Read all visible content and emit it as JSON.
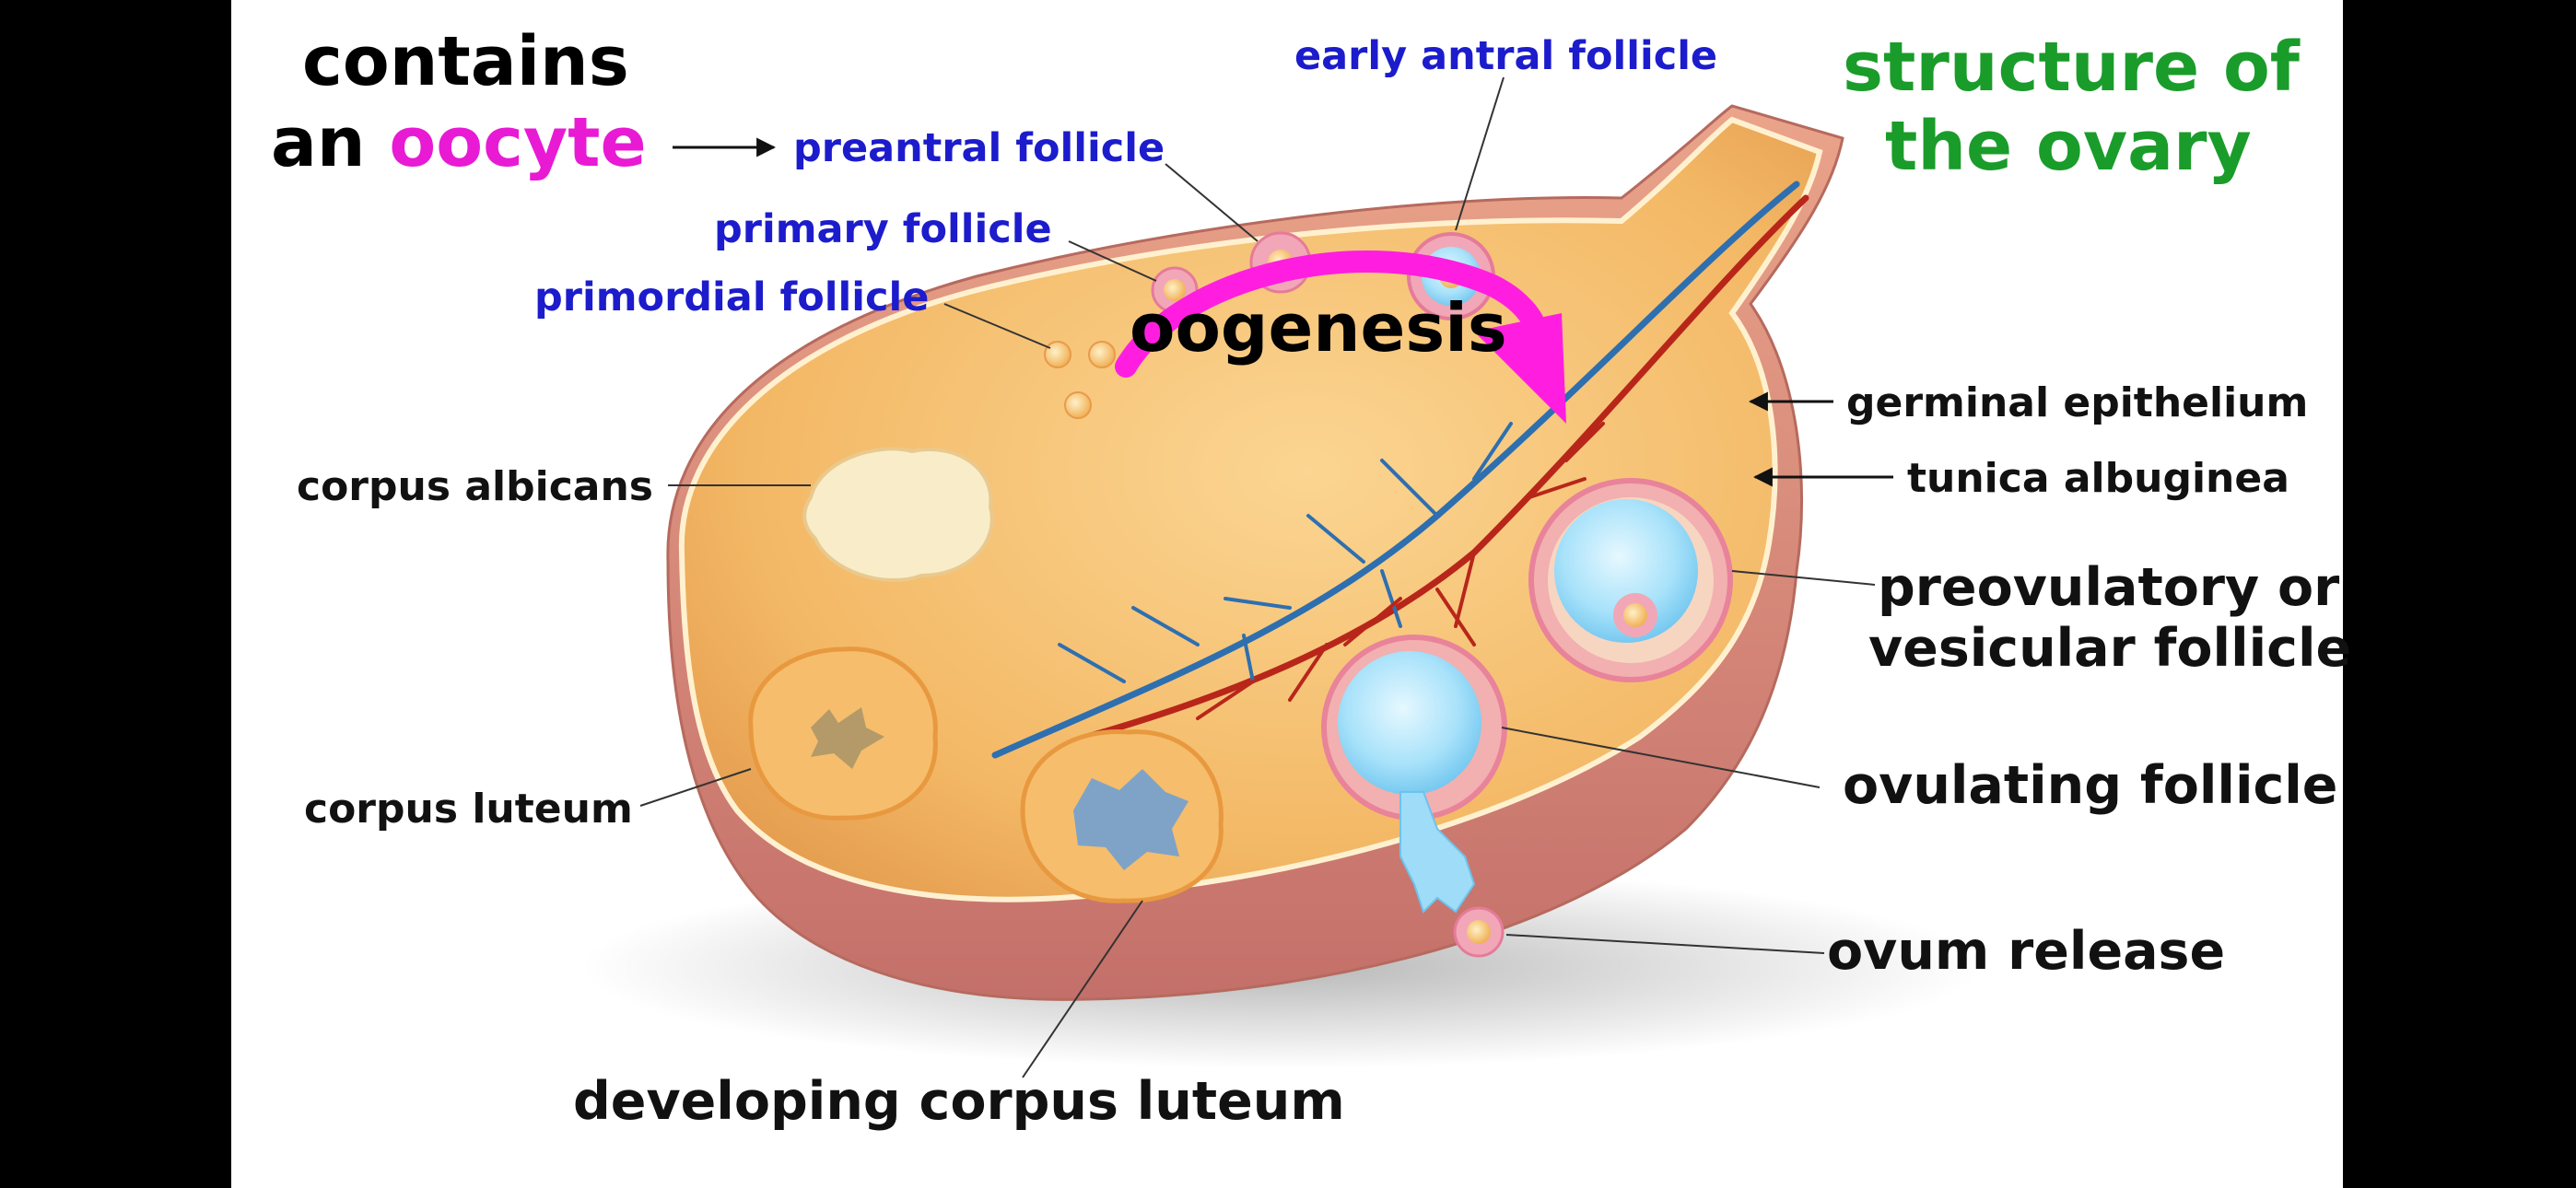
{
  "heading": {
    "contains": "contains",
    "an": "an",
    "oocyte": "oocyte",
    "title_line1": "structure of",
    "title_line2": "the ovary"
  },
  "labels": {
    "early_antral_follicle": "early antral follicle",
    "preantral_follicle": "preantral follicle",
    "primary_follicle": "primary follicle",
    "primordial_follicle": "primordial follicle",
    "oogenesis": "oogenesis",
    "germinal_epithelium": "germinal epithelium",
    "tunica_albuginea": "tunica albuginea",
    "corpus_albicans": "corpus albicans",
    "preovulatory_line1": "preovulatory or",
    "preovulatory_line2": "vesicular follicle",
    "corpus_luteum": "corpus luteum",
    "ovulating_follicle": "ovulating follicle",
    "ovum_release": "ovum release",
    "developing_corpus_luteum": "developing corpus luteum"
  },
  "colors": {
    "term_blue": "#1c1ccc",
    "title_green": "#1a9c2a",
    "oocyte_magenta": "#e81ad4",
    "arrow_magenta": "#ff1ee0",
    "ovary_fill": "#f6c070",
    "ovary_rim": "#d98a78",
    "artery_red": "#b8261a",
    "vein_blue": "#2e6fb0",
    "follicle_fluid": "#9fdcf7"
  }
}
